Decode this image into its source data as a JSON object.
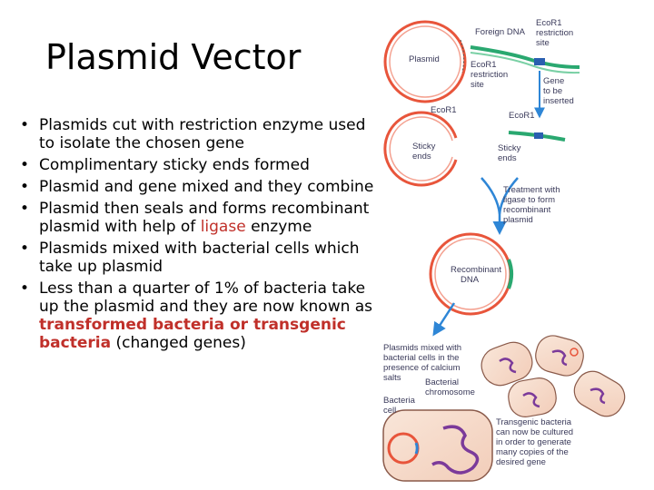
{
  "slide": {
    "title": "Plasmid Vector",
    "bullets": [
      {
        "text": "Plasmids cut with restriction enzyme used to isolate the chosen gene"
      },
      {
        "text": "Complimentary sticky ends formed"
      },
      {
        "text": "Plasmid and gene mixed and they combine"
      },
      {
        "pre": "Plasmid then seals and forms recombinant plasmid with help of ",
        "hl": "ligase",
        "post": " enzyme"
      },
      {
        "text": "Plasmids mixed with bacterial cells which take up plasmid"
      },
      {
        "pre": "Less than a quarter of 1% of bacteria take up the plasmid and they are now known as ",
        "hl": "transformed bacteria or transgenic bacteria",
        "post": " (changed genes)"
      }
    ]
  },
  "diagram": {
    "plasmid": "Plasmid",
    "foreign_dna": "Foreign DNA",
    "ecor1_top_lines": [
      "EcoR1",
      "restriction",
      "site"
    ],
    "ecor1_left_lines": [
      "EcoR1",
      "restriction",
      "site"
    ],
    "gene_lines": [
      "Gene",
      "to be",
      "inserted"
    ],
    "ecor1_mid_left": "EcoR1",
    "ecor1_mid_right": "EcoR1",
    "sticky_left_lines": [
      "Sticky",
      "ends"
    ],
    "sticky_right_lines": [
      "Sticky",
      "ends"
    ],
    "treatment_lines": [
      "Treatment with",
      "ligase to form",
      "recombinant",
      "plasmid"
    ],
    "recombinant_lines": [
      "Recombinant",
      "DNA"
    ],
    "mixed_lines": [
      "Plasmids mixed with",
      "bacterial cells in the",
      "presence of calcium",
      "salts"
    ],
    "bacterial_chrom_lines": [
      "Bacterial",
      "chromosome"
    ],
    "bacteria_cell_lines": [
      "Bacteria",
      "cell"
    ],
    "transgenic_lines": [
      "Transgenic bacteria",
      "can now be cultured",
      "in order to generate",
      "many copies of the",
      "desired gene"
    ]
  }
}
